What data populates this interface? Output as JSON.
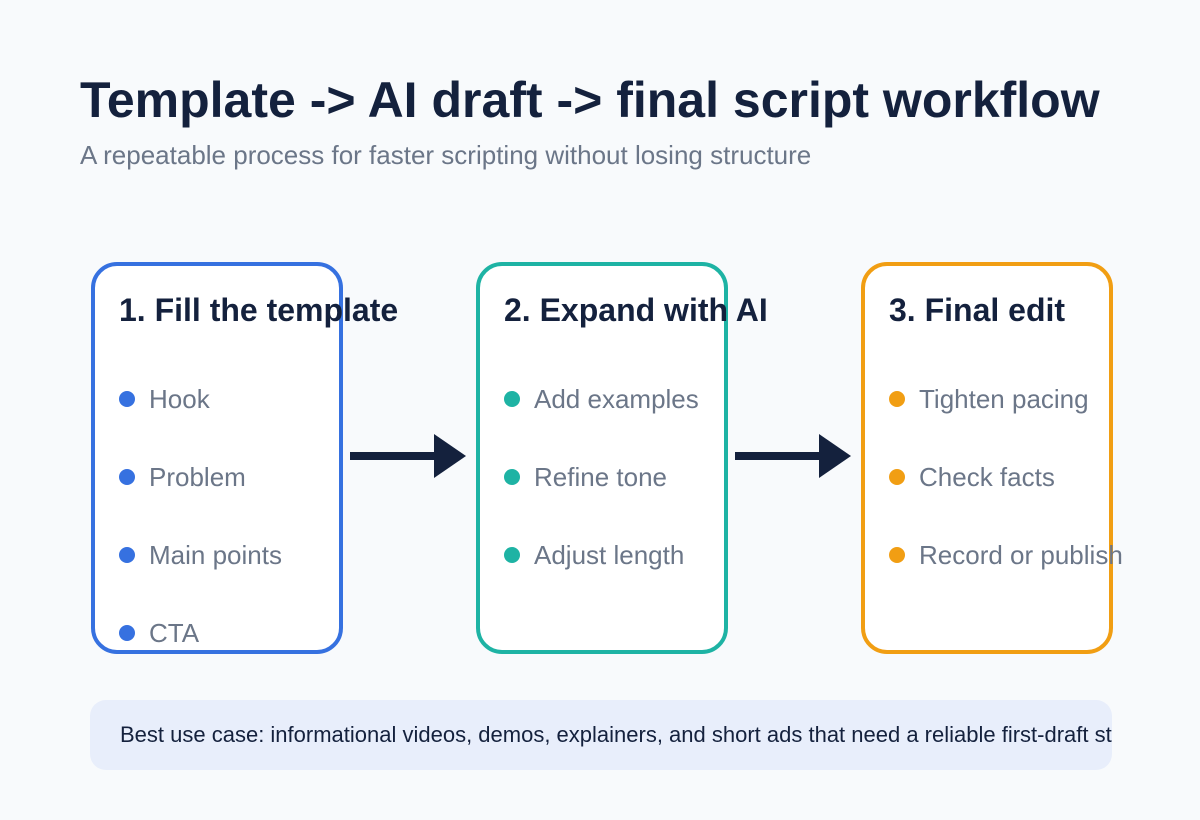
{
  "header": {
    "title": "Template -> AI draft -> final script workflow",
    "subtitle": "A repeatable process for faster scripting without losing structure"
  },
  "steps": [
    {
      "title": "1. Fill the template",
      "color": "#3671e0",
      "items": [
        "Hook",
        "Problem",
        "Main points",
        "CTA"
      ]
    },
    {
      "title": "2. Expand with AI",
      "color": "#1eb3a4",
      "items": [
        "Add examples",
        "Refine tone",
        "Adjust length"
      ]
    },
    {
      "title": "3. Final edit",
      "color": "#f19e13",
      "items": [
        "Tighten pacing",
        "Check facts",
        "Record or publish"
      ]
    }
  ],
  "note": {
    "text": "Best use case: informational videos, demos, explainers, and short ads that need a reliable first-draft structure."
  },
  "colors": {
    "heading": "#14213d",
    "muted": "#6b7688",
    "note_bg": "#e8eefb",
    "arrow": "#14213d"
  }
}
